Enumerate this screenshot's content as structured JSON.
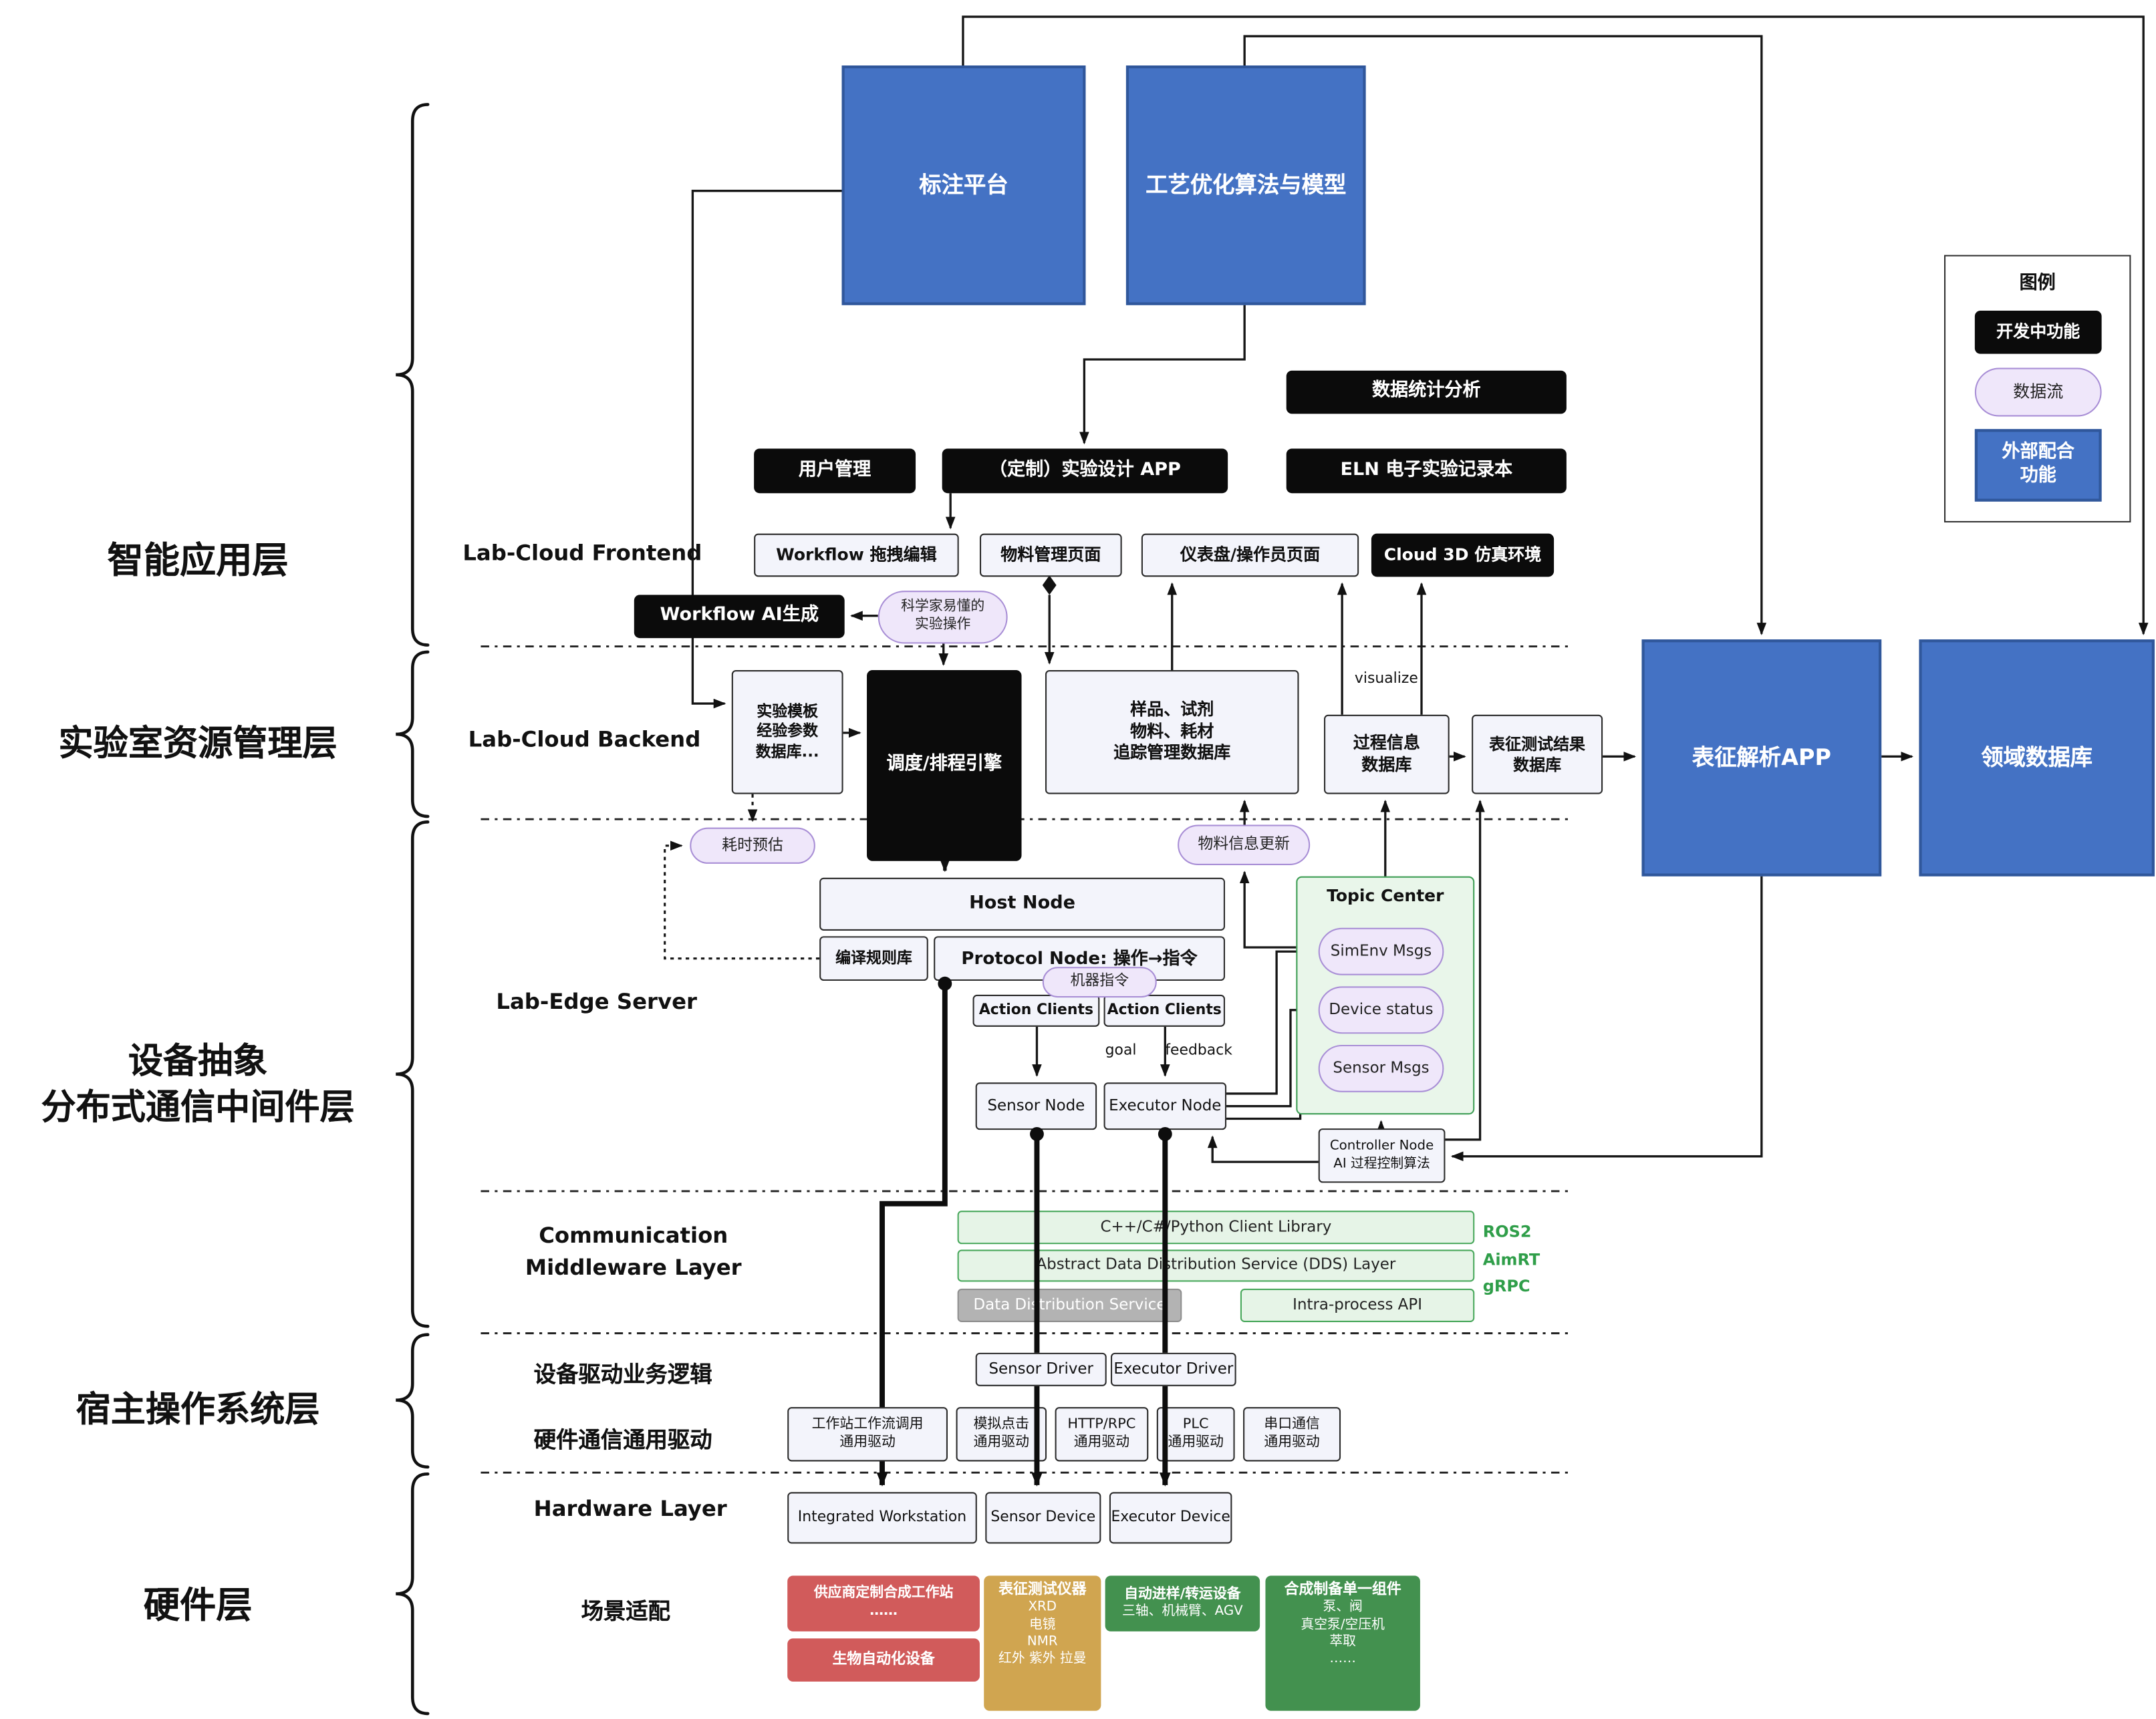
{
  "legend": {
    "title": "图例",
    "developing": "开发中功能",
    "dataflow": "数据流",
    "external": "外部配合\n功能"
  },
  "layers": {
    "app": "智能应用层",
    "resource": "实验室资源管理层",
    "middleware": "设备抽象\n分布式通信中间件层",
    "host_os": "宿主操作系统层",
    "hardware": "硬件层"
  },
  "sections": {
    "frontend": "Lab-Cloud Frontend",
    "backend": "Lab-Cloud Backend",
    "edge": "Lab-Edge Server",
    "comm": "Communication\nMiddleware Layer",
    "driver_logic": "设备驱动业务逻辑",
    "hw_driver": "硬件通信通用驱动",
    "hardware": "Hardware Layer",
    "scene": "场景适配"
  },
  "annotations": {
    "visualize": "visualize",
    "goal": "goal",
    "feedback": "feedback",
    "ros2": "ROS2",
    "aimrt": "AimRT",
    "grpc": "gRPC"
  },
  "nodes": {
    "annotation_platform": "标注平台",
    "process_opt": "工艺优化算法与模型",
    "data_stats": "数据统计分析",
    "user_mgmt": "用户管理",
    "custom_app": "（定制）实验设计 APP",
    "eln": "ELN 电子实验记录本",
    "wf_edit": "Workflow 拖拽编辑",
    "material_page": "物料管理页面",
    "dashboard": "仪表盘/操作员页面",
    "cloud3d": "Cloud 3D 仿真环境",
    "wf_ai": "Workflow AI生成",
    "sci_ops": "科学家易懂的\n实验操作",
    "template_db": "实验模板\n经验参数\n数据库...",
    "scheduler": "调度/排程引擎",
    "sample_db": "样品、试剂\n物料、耗材\n追踪管理数据库",
    "process_db": "过程信息\n数据库",
    "char_db": "表征测试结果\n数据库",
    "char_app": "表征解析APP",
    "domain_db": "领域数据库",
    "time_est": "耗时预估",
    "material_update": "物料信息更新",
    "host_node": "Host Node",
    "rule_lib": "编译规则库",
    "protocol_node": "Protocol Node: 操作→指令",
    "machine_cmd": "机器指令",
    "action_clients_a": "Action Clients",
    "action_clients_b": "Action Clients",
    "topic_center": "Topic Center",
    "simenv_msgs": "SimEnv Msgs",
    "device_status": "Device status",
    "sensor_msgs": "Sensor Msgs",
    "sensor_node": "Sensor Node",
    "executor_node": "Executor Node",
    "controller_node": "Controller Node\nAI 过程控制算法",
    "client_lib": "C++/C#/Python Client Library",
    "dds_layer": "Abstract Data Distribution Service (DDS) Layer",
    "dds_service": "Data Distribution Service",
    "intra_api": "Intra-process API",
    "sensor_driver": "Sensor Driver",
    "executor_driver": "Executor Driver",
    "drv_workstation": "工作站工作流调用\n通用驱动",
    "drv_click": "模拟点击\n通用驱动",
    "drv_http": "HTTP/RPC\n通用驱动",
    "drv_plc": "PLC\n通用驱动",
    "drv_serial": "串口通信\n通用驱动",
    "hw_workstation": "Integrated Workstation",
    "hw_sensor": "Sensor Device",
    "hw_executor": "Executor Device",
    "vendor_ws": "供应商定制合成工作站\n……",
    "bio_auto": "生物自动化设备",
    "char_inst_title": "表征测试仪器",
    "char_inst_body": "XRD\n电镜\nNMR\n红外 紫外 拉曼",
    "sampler_title": "自动进样/转运设备",
    "sampler_body": "三轴、机械臂、AGV",
    "synth_title": "合成制备单一组件",
    "synth_body": "泵、阀\n真空泵/空压机\n萃取\n……"
  }
}
